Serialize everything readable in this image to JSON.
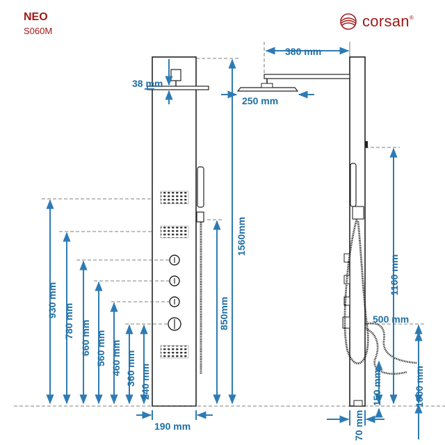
{
  "header": {
    "title": "NEO",
    "model": "S060M"
  },
  "brand": {
    "name": "corsan",
    "registered": "®"
  },
  "colors": {
    "dimension": "#2e7bb4",
    "outline": "#222222",
    "brand": "#a01818"
  },
  "front_view": {
    "shower_head_thickness": "38 mm",
    "panel_width": "190 mm",
    "height_overall": "1560mm",
    "height_hand_holder": "850mm",
    "jet_heights": [
      "930 mm",
      "780 mm",
      "660 mm",
      "560 mm",
      "460 mm",
      "360 mm",
      "240 mm"
    ]
  },
  "side_view": {
    "arm_length": "380 mm",
    "head_diameter": "250 mm",
    "height_hand_holder": "1160 mm",
    "hose_inlet_spacing": "500 mm",
    "inlet_height": "1000 mm",
    "bottom_clearance": "150 mm",
    "panel_depth": "70 mm"
  }
}
